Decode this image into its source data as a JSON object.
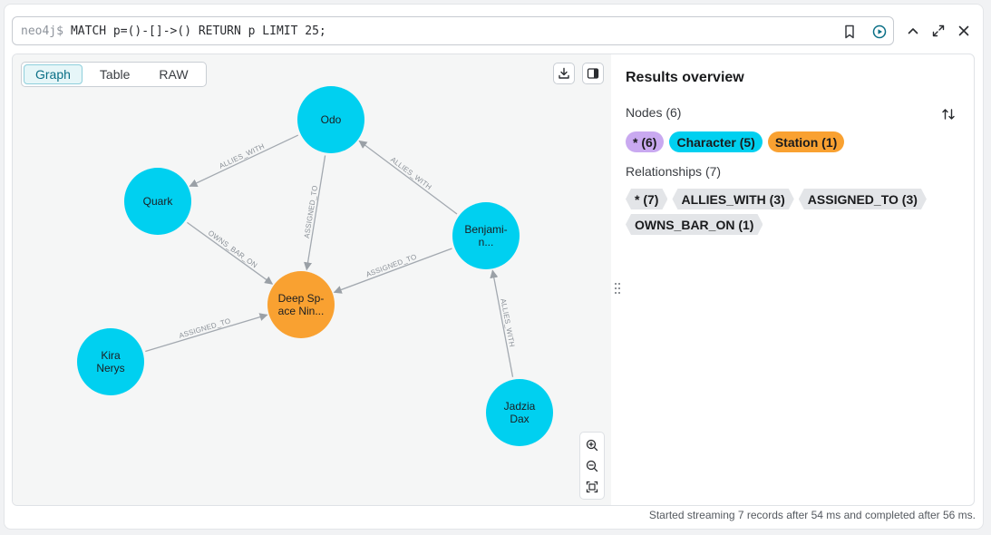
{
  "query": {
    "prompt": "neo4j$",
    "text": "MATCH p=()-[]->() RETURN p LIMIT 25;",
    "icons": [
      "bookmark-icon",
      "run-icon"
    ]
  },
  "window_controls": [
    "collapse-icon",
    "fullscreen-icon",
    "close-icon"
  ],
  "view_tabs": [
    {
      "label": "Graph",
      "active": true
    },
    {
      "label": "Table",
      "active": false
    },
    {
      "label": "RAW",
      "active": false
    }
  ],
  "graph": {
    "nodes": [
      {
        "id": "odo",
        "line1": "Odo",
        "line2": "",
        "label": "Character",
        "color": "#00d0f0"
      },
      {
        "id": "quark",
        "line1": "Quark",
        "line2": "",
        "label": "Character",
        "color": "#00d0f0"
      },
      {
        "id": "benjamin",
        "line1": "Benjami-",
        "line2": "n...",
        "label": "Character",
        "color": "#00d0f0"
      },
      {
        "id": "ds9",
        "line1": "Deep Sp-",
        "line2": "ace Nin...",
        "label": "Station",
        "color": "#f9a131"
      },
      {
        "id": "kira",
        "line1": "Kira",
        "line2": "Nerys",
        "label": "Character",
        "color": "#00d0f0"
      },
      {
        "id": "jadzia",
        "line1": "Jadzia",
        "line2": "Dax",
        "label": "Character",
        "color": "#00d0f0"
      }
    ],
    "relationships": [
      {
        "type": "ALLIES_WITH",
        "from": "odo",
        "to": "quark"
      },
      {
        "type": "ASSIGNED_TO",
        "from": "odo",
        "to": "ds9"
      },
      {
        "type": "ALLIES_WITH",
        "from": "benjamin",
        "to": "odo"
      },
      {
        "type": "OWNS_BAR_ON",
        "from": "quark",
        "to": "ds9"
      },
      {
        "type": "ASSIGNED_TO",
        "from": "benjamin",
        "to": "ds9"
      },
      {
        "type": "ASSIGNED_TO",
        "from": "kira",
        "to": "ds9"
      },
      {
        "type": "ALLIES_WITH",
        "from": "jadzia",
        "to": "benjamin"
      }
    ]
  },
  "overview": {
    "title": "Results overview",
    "nodes_heading": "Nodes (6)",
    "node_chips": [
      {
        "label": "* (6)",
        "color": "#c9a9f0"
      },
      {
        "label": "Character (5)",
        "color": "#00d0f0"
      },
      {
        "label": "Station (1)",
        "color": "#f9a131"
      }
    ],
    "rels_heading": "Relationships (7)",
    "rel_chips": [
      "* (7)",
      "ALLIES_WITH (3)",
      "ASSIGNED_TO (3)",
      "OWNS_BAR_ON (1)"
    ]
  },
  "status": "Started streaming 7 records after 54 ms and completed after 56 ms."
}
